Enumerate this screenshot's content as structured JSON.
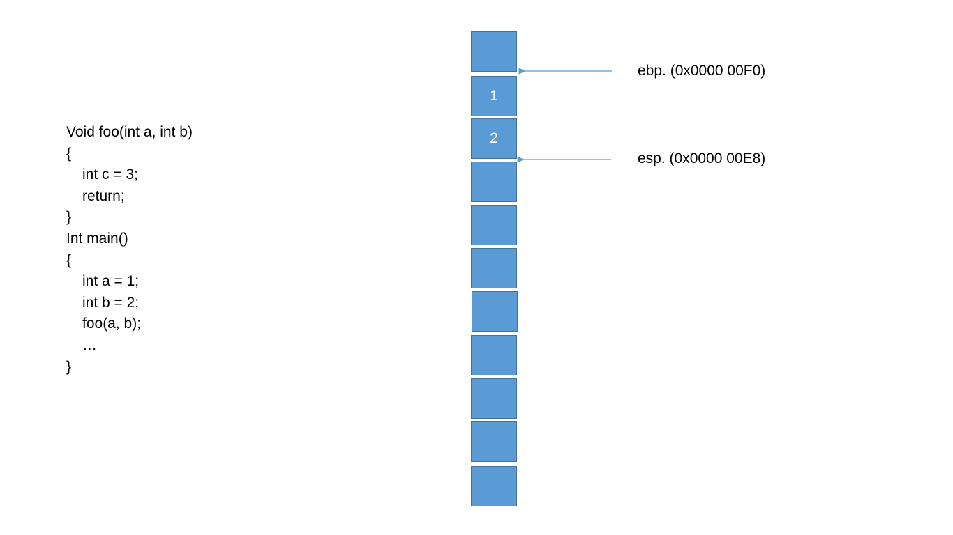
{
  "code_lines": [
    {
      "text": "Void foo(int a, int b)",
      "indent": 0
    },
    {
      "text": "{",
      "indent": 0
    },
    {
      "text": "int c = 3;",
      "indent": 1
    },
    {
      "text": "return;",
      "indent": 1
    },
    {
      "text": "}",
      "indent": 0
    },
    {
      "text": "Int main()",
      "indent": 0
    },
    {
      "text": "{",
      "indent": 0
    },
    {
      "text": "int a = 1;",
      "indent": 1
    },
    {
      "text": "int b = 2;",
      "indent": 1
    },
    {
      "text": "foo(a, b);",
      "indent": 1
    },
    {
      "text": "…",
      "indent": 1
    },
    {
      "text": "}",
      "indent": 0
    }
  ],
  "stack_slots": [
    "",
    "1",
    "2",
    "",
    "",
    "",
    "",
    "",
    "",
    "",
    ""
  ],
  "pointers": {
    "ebp": {
      "label": "ebp. (0x0000 00F0)",
      "slot_boundary_below": 0
    },
    "esp": {
      "label": "esp. (0x0000 00E8)",
      "slot_boundary_below": 2
    }
  },
  "colors": {
    "slot_fill": "#5b9bd5",
    "slot_border": "#41719c",
    "arrow": "#5b9bd5",
    "text": "#000000",
    "slot_text": "#ffffff"
  }
}
